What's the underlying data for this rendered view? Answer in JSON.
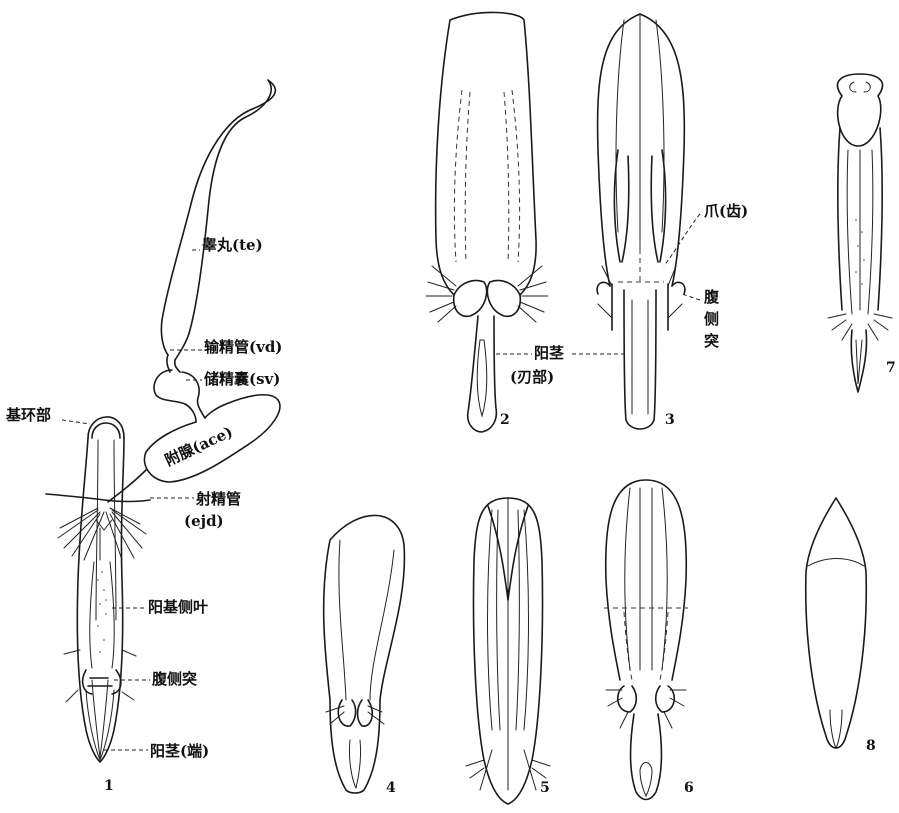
{
  "labels": {
    "jihuanbu": "基环部",
    "testis": "睾丸(te)",
    "vas_deferens": "输精管(vd)",
    "seminal_vesicle": "储精囊(sv)",
    "accessory_gland": "附腺(ace)",
    "ejaculatory_duct_1": "射精管",
    "ejaculatory_duct_2": "(ejd)",
    "paramere": "阳基侧叶",
    "ventral_process_1": "腹侧突",
    "aedeagus_tip": "阳茎(端)",
    "claw": "爪(齿)",
    "ventral_process_2a": "腹",
    "ventral_process_2b": "侧",
    "ventral_process_2c": "突",
    "aedeagus_blade_1": "阳茎",
    "aedeagus_blade_2": "(刃部)"
  },
  "figure_numbers": [
    "1",
    "2",
    "3",
    "4",
    "5",
    "6",
    "7",
    "8"
  ]
}
